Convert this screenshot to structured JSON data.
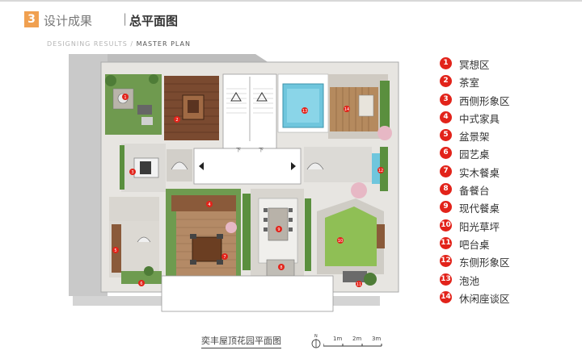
{
  "header": {
    "section_number": "3",
    "title_cn": "设计成果",
    "title_divider": "|",
    "title_cn_bold": "总平面图",
    "subtitle_en": "DESIGNING RESULTS / ",
    "subtitle_en_bold": "MASTER PLAN"
  },
  "legend": [
    {
      "num": "1",
      "label": "冥想区"
    },
    {
      "num": "2",
      "label": "茶室"
    },
    {
      "num": "3",
      "label": "西侧形象区"
    },
    {
      "num": "4",
      "label": "中式家具"
    },
    {
      "num": "5",
      "label": "盆景架"
    },
    {
      "num": "6",
      "label": "园艺桌"
    },
    {
      "num": "7",
      "label": "实木餐桌"
    },
    {
      "num": "8",
      "label": "备餐台"
    },
    {
      "num": "9",
      "label": "现代餐桌"
    },
    {
      "num": "10",
      "label": "阳光草坪"
    },
    {
      "num": "11",
      "label": "吧台桌"
    },
    {
      "num": "12",
      "label": "东侧形象区"
    },
    {
      "num": "13",
      "label": "泡池"
    },
    {
      "num": "14",
      "label": "休闲座谈区"
    }
  ],
  "plan": {
    "caption": "奕丰屋顶花园平面图",
    "north_label": "N",
    "scale_labels": [
      "1m",
      "2m",
      "3m"
    ],
    "markers": [
      "1",
      "2",
      "3",
      "4",
      "5",
      "6",
      "7",
      "8",
      "9",
      "10",
      "11",
      "12",
      "13",
      "14"
    ],
    "stair_labels": [
      "下",
      "下"
    ]
  },
  "colors": {
    "accent_orange": "#f0a050",
    "marker_red": "#e2231a",
    "deck_wood": "#8a5a3a",
    "water": "#6fc6dd",
    "lawn": "#8fbf55",
    "paving": "#d9d6d0"
  }
}
